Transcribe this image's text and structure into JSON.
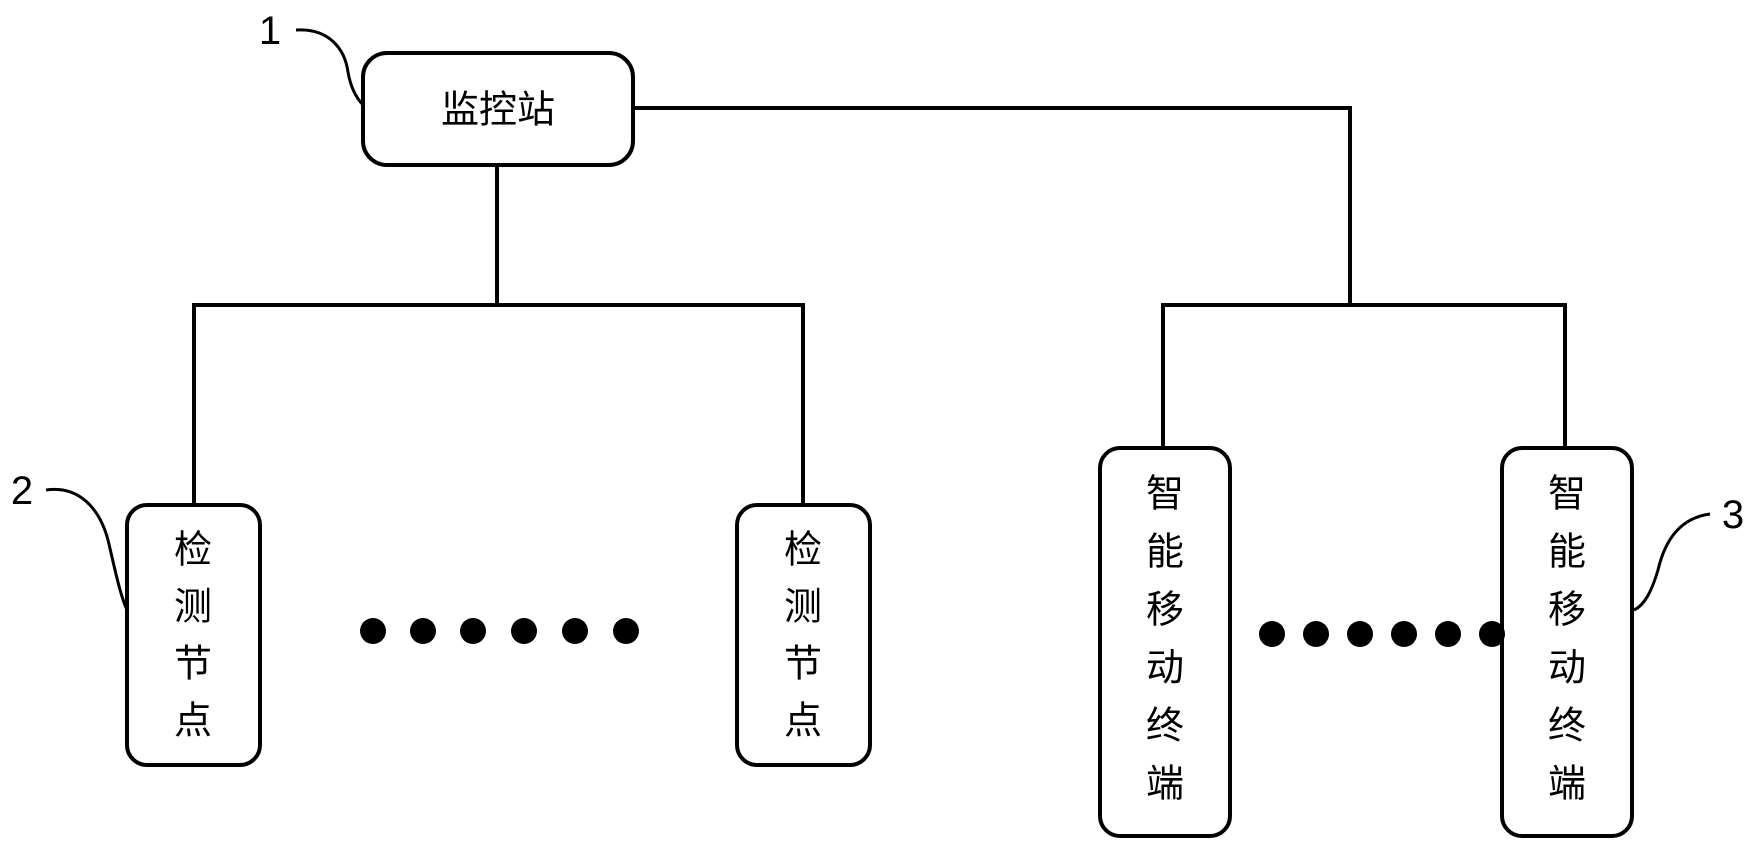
{
  "diagram": {
    "station": {
      "label": "监控站"
    },
    "detection_nodes": [
      {
        "label": "检测节点"
      },
      {
        "label": "检测节点"
      }
    ],
    "mobile_terminals": [
      {
        "label": "智能移动终端"
      },
      {
        "label": "智能移动终端"
      }
    ],
    "callouts": [
      "1",
      "2",
      "3"
    ]
  },
  "colors": {
    "line": "#000000",
    "box_fill": "#ffffff"
  }
}
